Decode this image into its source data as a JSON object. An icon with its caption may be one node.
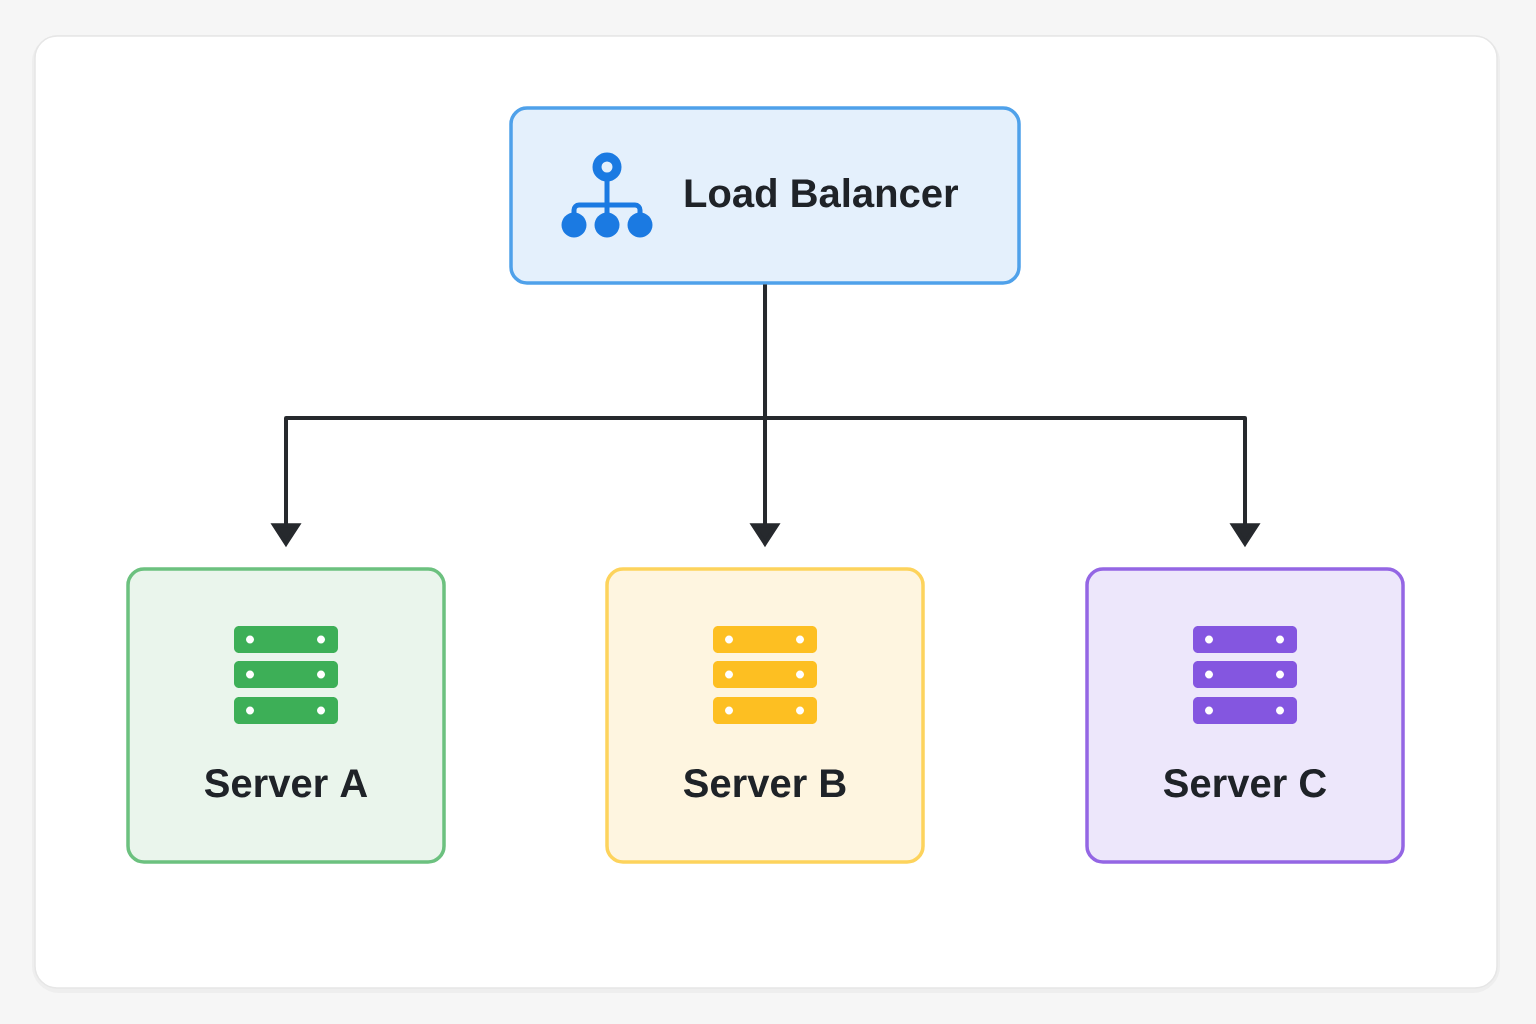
{
  "diagram": {
    "nodes": [
      {
        "text": [
          "Load Balancer"
        ]
      },
      {
        "text": [
          "Server A"
        ]
      },
      {
        "text": [
          "Server B"
        ]
      },
      {
        "text": [
          "Server C"
        ]
      }
    ],
    "edges": [
      {
        "from": 0,
        "to": 1,
        "arrow": "to"
      },
      {
        "from": 0,
        "to": 2,
        "arrow": "to"
      },
      {
        "from": 0,
        "to": 3,
        "arrow": "to"
      }
    ]
  }
}
